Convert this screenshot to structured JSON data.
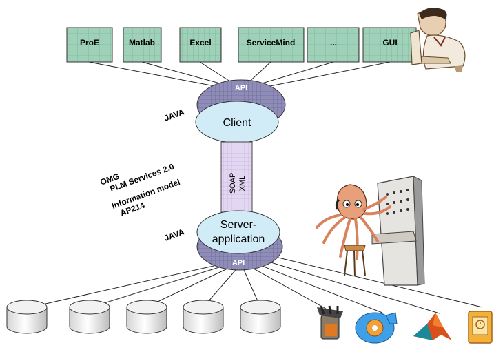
{
  "applications": [
    "ProE",
    "Matlab",
    "Excel",
    "ServiceMind",
    "...",
    "GUI"
  ],
  "client": {
    "api": "API",
    "label": "Client",
    "language": "JAVA"
  },
  "transport": {
    "line1": "SOAP",
    "line2": "XML"
  },
  "standards": {
    "line1": "OMG",
    "line2": "PLM Services 2.0",
    "line3": "Information model",
    "line4": "AP214"
  },
  "server": {
    "label_line1": "Server-",
    "label_line2": "application",
    "api": "API",
    "language": "JAVA"
  },
  "databases": [
    "db",
    "db",
    "db",
    "db",
    "db"
  ],
  "tool_icons": [
    "engine-icon",
    "turbine-icon",
    "matlab-logo-icon",
    "document-icon"
  ],
  "illustrations": [
    "person-at-computer-illustration",
    "octopus-switchboard-illustration"
  ],
  "colors": {
    "app_box": "#9ed1b8",
    "ellipse": "#d2ecf7",
    "band": "#8f8cb8",
    "connector": "#d9cdee"
  }
}
